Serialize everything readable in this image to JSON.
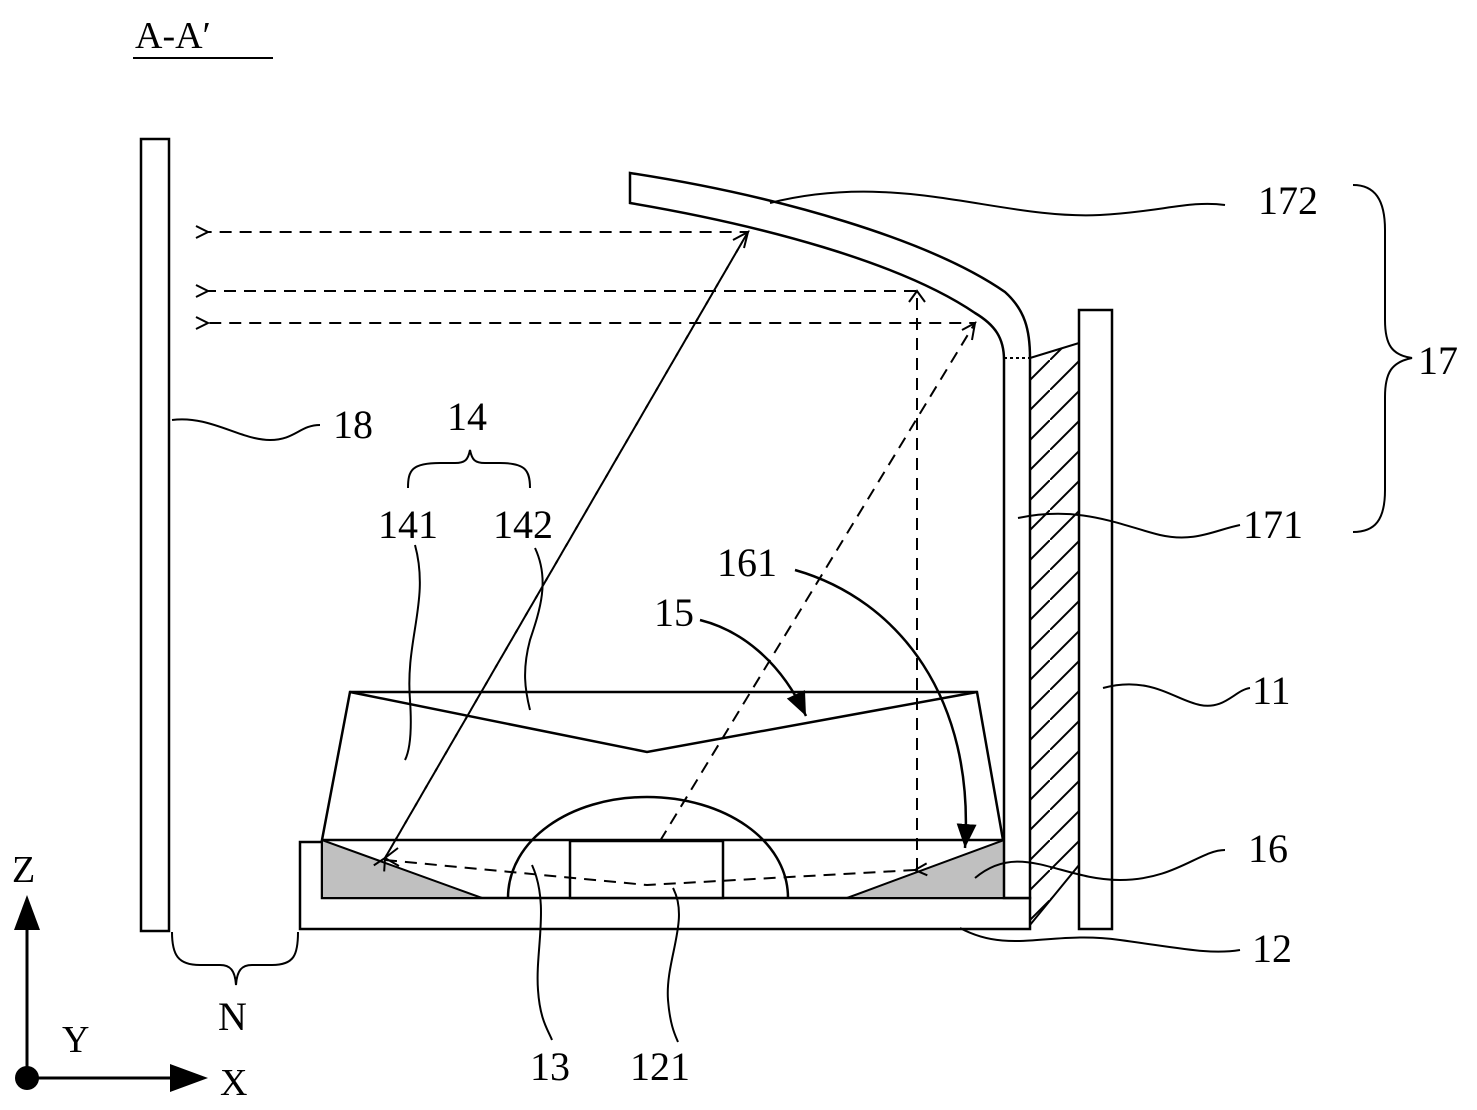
{
  "figure": {
    "section_label": "A-A′",
    "axes": {
      "z": "Z",
      "y": "Y",
      "x": "X"
    },
    "gap_label": "N"
  },
  "labels": {
    "l11": "11",
    "l12": "12",
    "l13": "13",
    "l14": "14",
    "l141": "141",
    "l142": "142",
    "l15": "15",
    "l16": "16",
    "l161": "161",
    "l17": "17",
    "l171": "171",
    "l172": "172",
    "l18": "18",
    "l121": "121"
  },
  "colors": {
    "line": "#000000",
    "fill_gray": "#c0c0c0",
    "background": "#ffffff"
  }
}
